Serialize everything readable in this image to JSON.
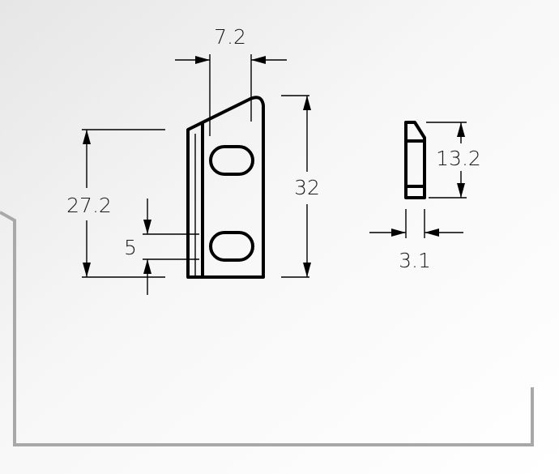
{
  "dimensions": {
    "top_width": "7.2",
    "total_height": "32",
    "left_height": "27.2",
    "slot_spacing": "5",
    "side_height": "13.2",
    "side_thickness": "3.1"
  }
}
